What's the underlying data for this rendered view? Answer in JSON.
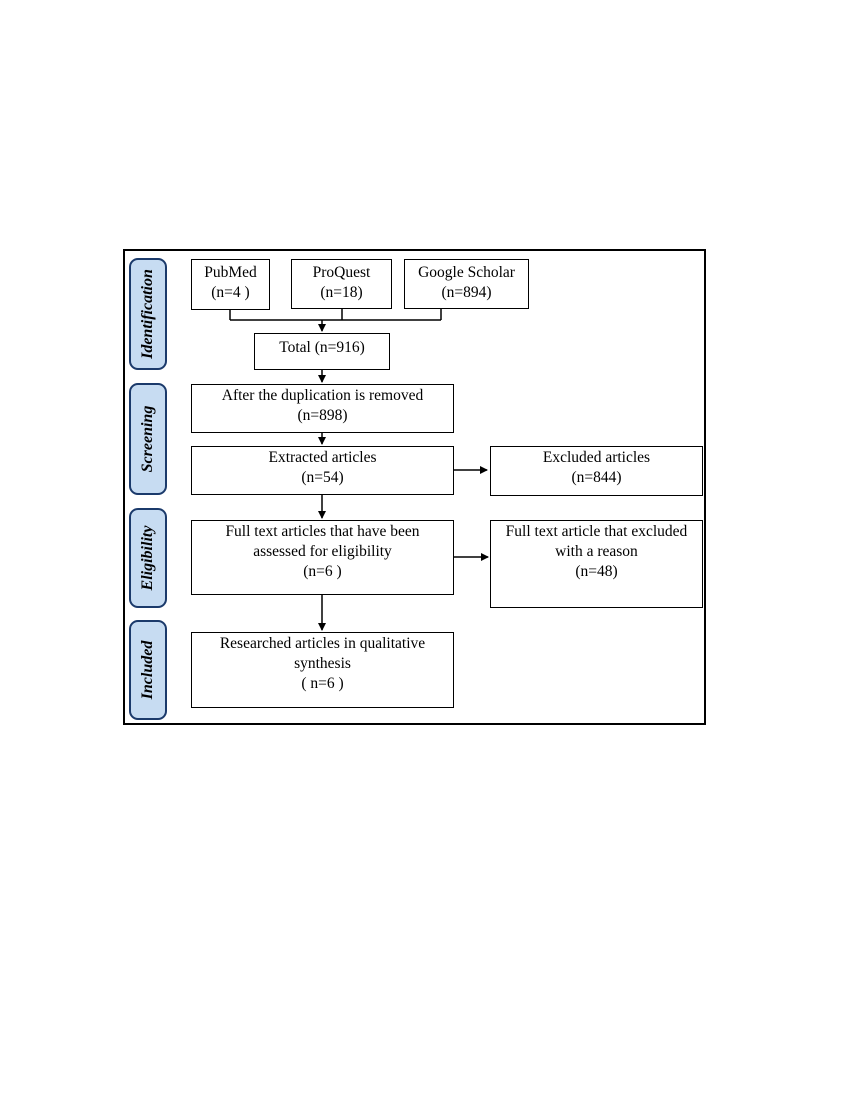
{
  "phases": {
    "identification": "Identification",
    "screening": "Screening",
    "eligibility": "Eligibility",
    "included": "Included"
  },
  "boxes": {
    "pubmed": {
      "label": "PubMed",
      "count": "(n=4 )"
    },
    "proquest": {
      "label": "ProQuest",
      "count": "(n=18)"
    },
    "google_scholar": {
      "label": "Google Scholar",
      "count": "(n=894)"
    },
    "total": {
      "label": "Total (n=916)"
    },
    "dedup": {
      "line1": "After the duplication is removed",
      "count": "(n=898)"
    },
    "extracted": {
      "label": "Extracted articles",
      "count": "(n=54)"
    },
    "excluded": {
      "label": "Excluded articles",
      "count": "(n=844)"
    },
    "full_text": {
      "line1": "Full text articles that have been",
      "line2": "assessed for eligibility",
      "count": "(n=6 )"
    },
    "full_text_excluded": {
      "line1": "Full text article that excluded",
      "line2": "with a reason",
      "count": "(n=48)"
    },
    "researched": {
      "line1": "Researched articles  in qualitative",
      "line2": "synthesis",
      "count": "( n=6 )"
    }
  },
  "colors": {
    "phase_fill": "#c7dcf2",
    "phase_border": "#1b3a6b",
    "line": "#000000"
  }
}
